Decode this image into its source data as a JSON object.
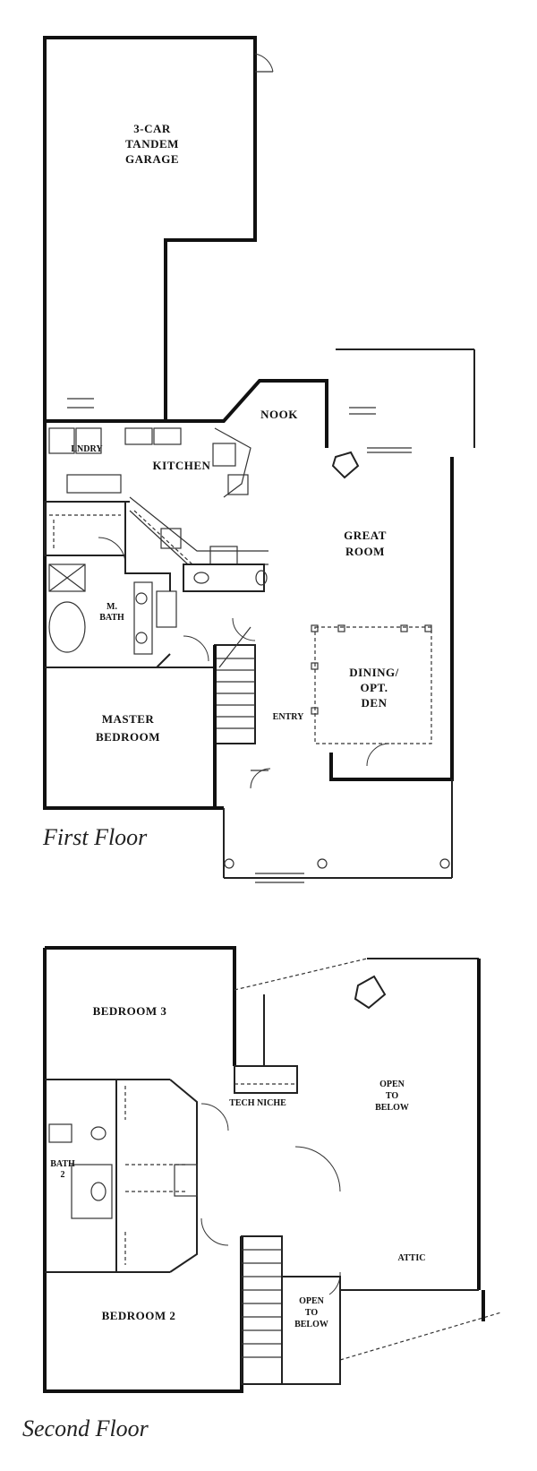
{
  "first_floor": {
    "title": "First Floor",
    "rooms": {
      "garage": [
        "3-CAR",
        "TANDEM",
        "GARAGE"
      ],
      "nook": "NOOK",
      "laundry": "LNDRY",
      "kitchen": "KITCHEN",
      "great_room": [
        "GREAT",
        "ROOM"
      ],
      "master_bath": [
        "M.",
        "BATH"
      ],
      "dining": [
        "DINING/",
        "OPT.",
        "DEN"
      ],
      "entry": "ENTRY",
      "master_bedroom": [
        "MASTER",
        "BEDROOM"
      ]
    }
  },
  "second_floor": {
    "title": "Second Floor",
    "rooms": {
      "bedroom3": "BEDROOM 3",
      "open_below_upper": [
        "OPEN",
        "TO",
        "BELOW"
      ],
      "tech_niche": "TECH NICHE",
      "bath2": [
        "BATH",
        "2"
      ],
      "attic": "ATTIC",
      "open_below_lower": [
        "OPEN",
        "TO",
        "BELOW"
      ],
      "bedroom2": "BEDROOM 2"
    }
  }
}
